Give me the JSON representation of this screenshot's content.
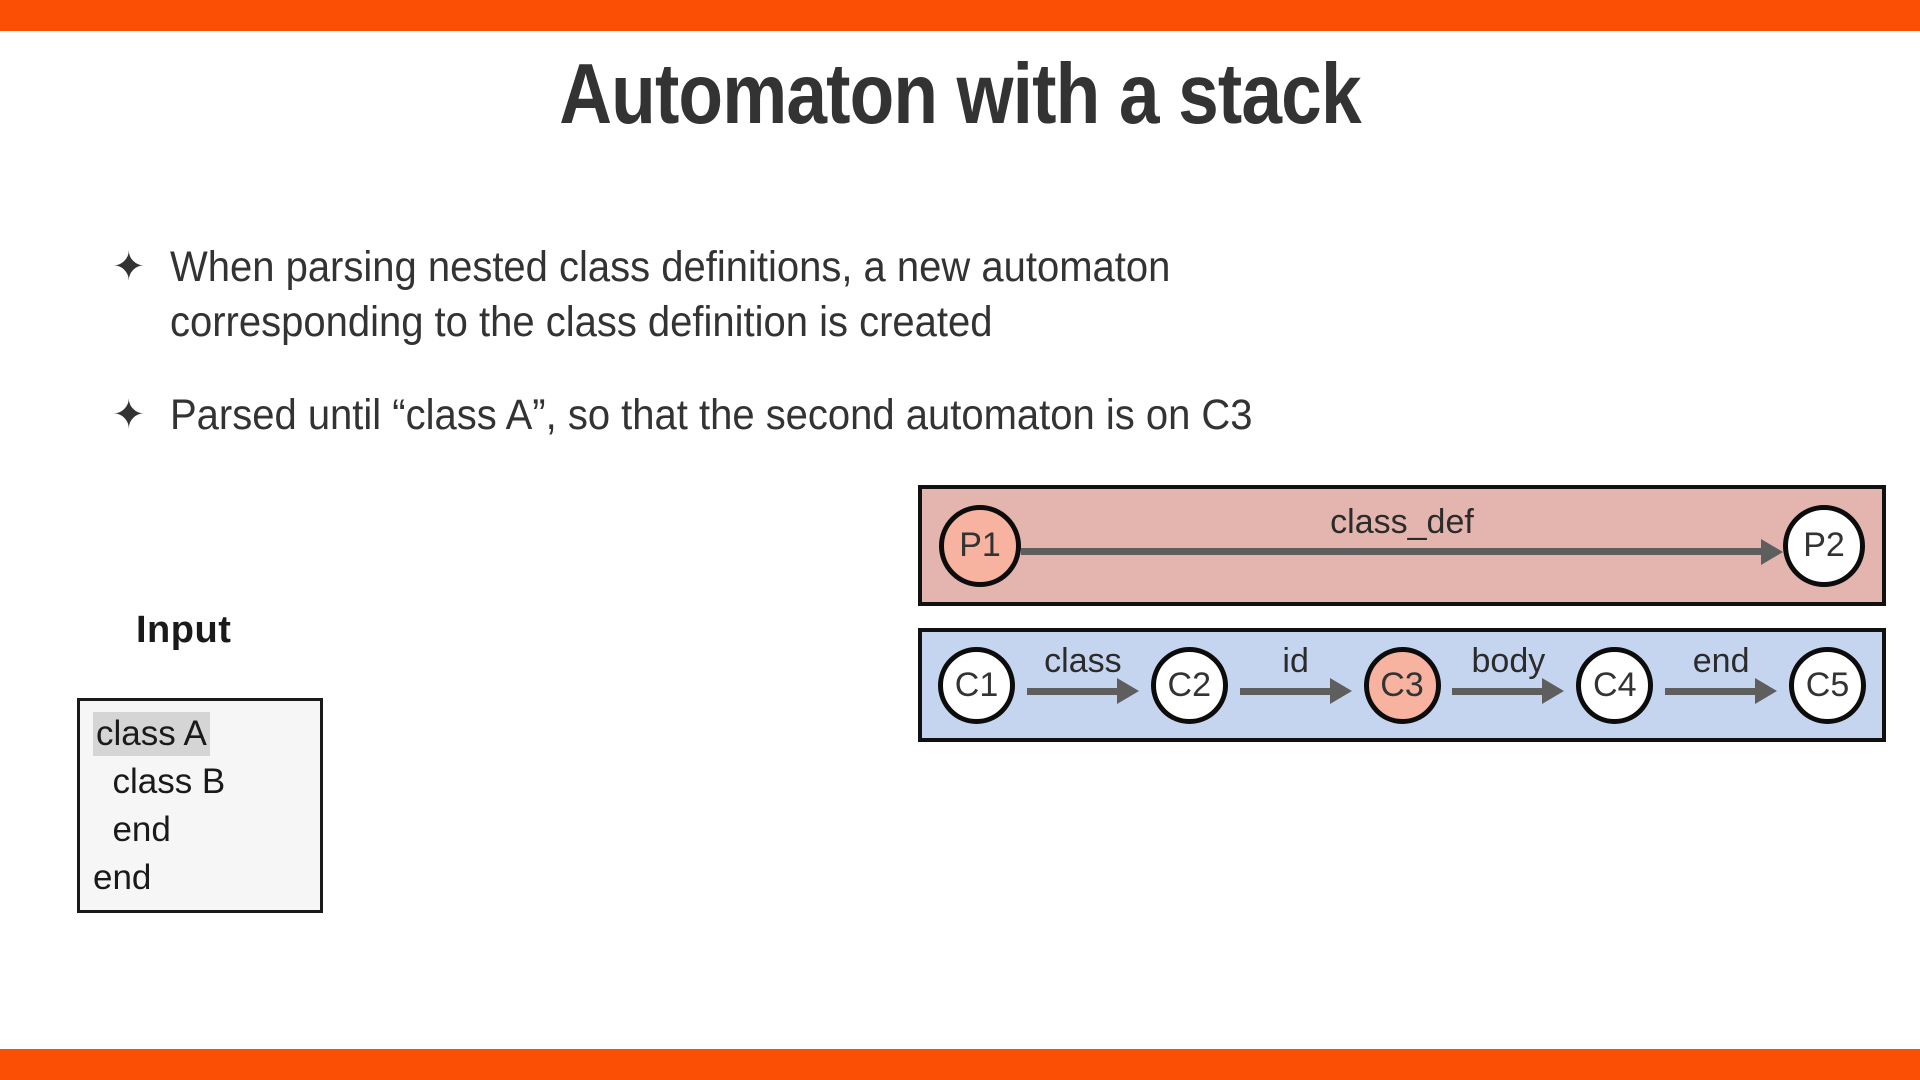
{
  "theme": {
    "accent_bar_color": "#fa4f04",
    "background_color": "#ffffff",
    "text_color": "#333333",
    "parent_box_color": "#e3b5ae",
    "child_box_color": "#c6d5ef",
    "active_node_color": "#f8b3a0",
    "inactive_node_color": "#ffffff",
    "arrow_color": "#5e5e5e",
    "code_highlight_color": "#d5d5d5"
  },
  "slide": {
    "title": "Automaton with a stack",
    "bullet_marker": "✦",
    "bullets": [
      "When parsing nested class definitions, a new automaton corresponding to the class definition is created",
      "Parsed until “class A”, so that the second automaton is on C3"
    ]
  },
  "input_panel": {
    "label": "Input",
    "lines": [
      {
        "text": "class A",
        "highlighted": true,
        "indent": 0
      },
      {
        "text": "class B",
        "highlighted": false,
        "indent": 1
      },
      {
        "text": "end",
        "highlighted": false,
        "indent": 1
      },
      {
        "text": "end",
        "highlighted": false,
        "indent": 0
      }
    ]
  },
  "automata": [
    {
      "id": "parent-automaton",
      "nodes": [
        {
          "label": "P1",
          "active": true
        },
        {
          "label": "P2",
          "active": false
        }
      ],
      "edges": [
        {
          "label": "class_def",
          "from": "P1",
          "to": "P2"
        }
      ]
    },
    {
      "id": "child-automaton",
      "nodes": [
        {
          "label": "C1",
          "active": false
        },
        {
          "label": "C2",
          "active": false
        },
        {
          "label": "C3",
          "active": true
        },
        {
          "label": "C4",
          "active": false
        },
        {
          "label": "C5",
          "active": false
        }
      ],
      "edges": [
        {
          "label": "class",
          "from": "C1",
          "to": "C2"
        },
        {
          "label": "id",
          "from": "C2",
          "to": "C3"
        },
        {
          "label": "body",
          "from": "C3",
          "to": "C4"
        },
        {
          "label": "end",
          "from": "C4",
          "to": "C5"
        }
      ]
    }
  ]
}
